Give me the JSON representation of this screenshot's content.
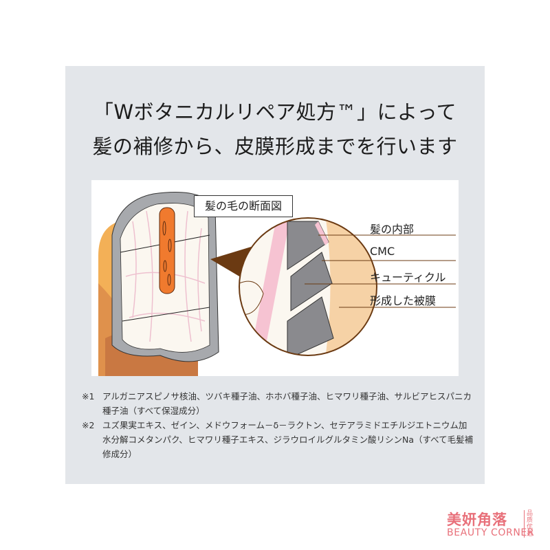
{
  "headline": {
    "line1": "「Wボタニカルリペア処方™」によって",
    "line2": "髪の補修から、皮膜形成までを行います"
  },
  "diagram": {
    "title": "髪の毛の断面図",
    "labels": [
      "髪の内部",
      "CMC",
      "キューティクル",
      "形成した被膜"
    ],
    "colors": {
      "cuticle_gray": "#8a8a8e",
      "cmc_pink": "#f6c3d2",
      "cortex_orange": "#f07a2e",
      "coating_peach": "#f6d2a6",
      "hair_brown": "#cf7a3c",
      "pointer_brown": "#6b3a12"
    }
  },
  "notes": [
    {
      "mark": "※1",
      "text": "アルガニアスピノサ核油、ツバキ種子油、ホホバ種子油、ヒマワリ種子油、サルビアヒスパニカ種子油（すべて保湿成分）"
    },
    {
      "mark": "※2",
      "text": "ユズ果実エキス、ゼイン、メドウフォーム－δ－ラクトン、セテアラミドエチルジエトニウム加水分解コメタンパク、ヒマワリ種子エキス、ジラウロイルグルタミン酸リシンNa（すべて毛髪補修成分）"
    }
  ],
  "brand": {
    "name_cn": "美妍角落",
    "tag_line1": "品质",
    "tag_line2": "优选",
    "name_en": "BEAUTY CORNER",
    "color": "#e8707a"
  }
}
